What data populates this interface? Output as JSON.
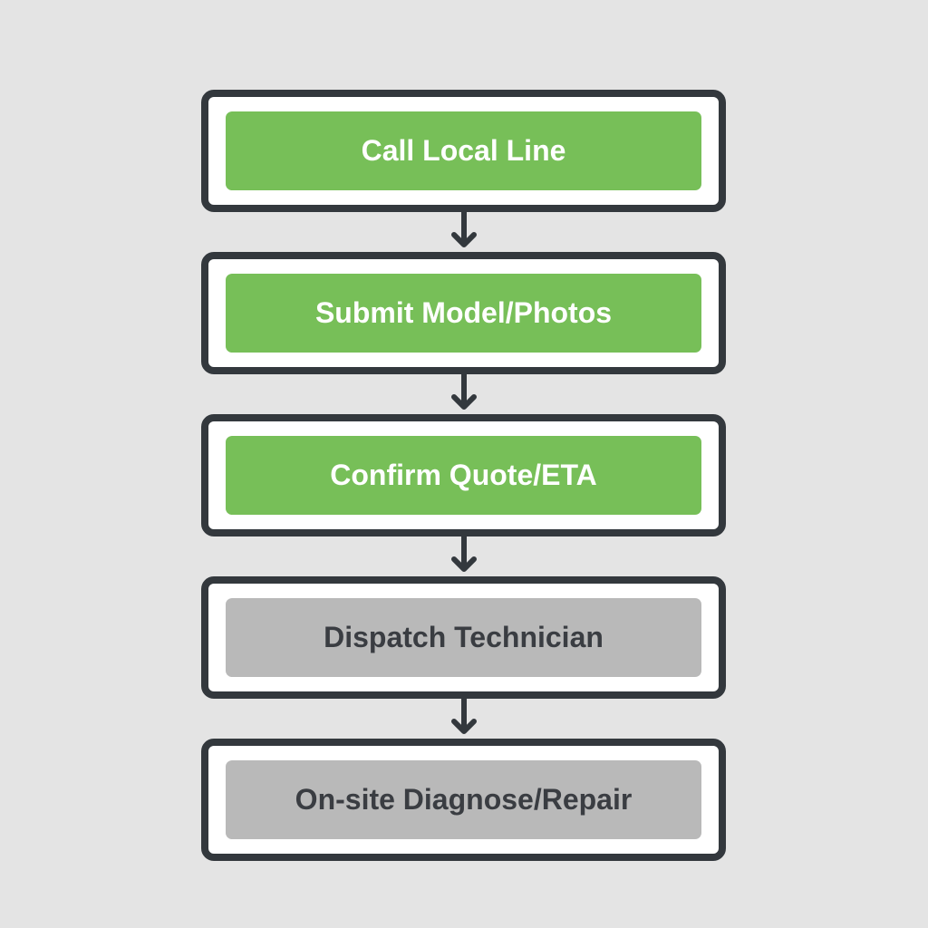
{
  "steps": [
    {
      "label": "Call Local Line",
      "status": "done"
    },
    {
      "label": "Submit Model/Photos",
      "status": "done"
    },
    {
      "label": "Confirm Quote/ETA",
      "status": "done"
    },
    {
      "label": "Dispatch Technician",
      "status": "pending"
    },
    {
      "label": "On-site Diagnose/Repair",
      "status": "pending"
    }
  ],
  "colors": {
    "done": "#77bf58",
    "pending": "#b9b9b9",
    "border": "#33383d",
    "background": "#e4e4e4"
  }
}
